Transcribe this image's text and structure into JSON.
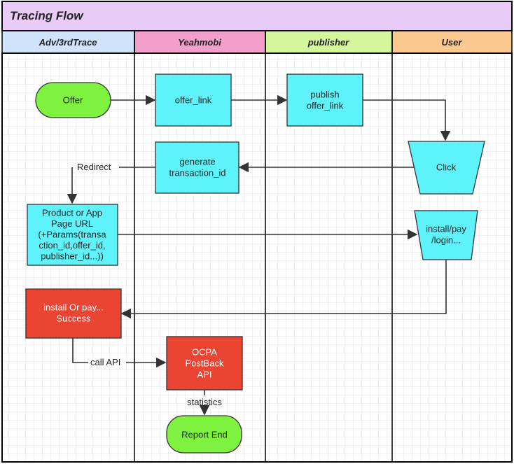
{
  "title": "Tracing Flow",
  "lanes": [
    {
      "label": "Adv/3rdTrace",
      "color": "#cfe3fa"
    },
    {
      "label": "Yeahmobi",
      "color": "#f39fcb"
    },
    {
      "label": "publisher",
      "color": "#d3f79a"
    },
    {
      "label": "User",
      "color": "#fbc98f"
    }
  ],
  "colors": {
    "title_bar": "#e8ccf7",
    "cyan_node": "#5ef3fb",
    "red_node": "#ec4432",
    "green_node": "#7ef23f",
    "lane_border": "#000000"
  },
  "nodes": {
    "offer": {
      "label": [
        "Offer"
      ]
    },
    "offer_link": {
      "label": [
        "offer_link"
      ]
    },
    "publish": {
      "label": [
        "publish",
        "offer_link"
      ]
    },
    "click": {
      "label": [
        "Click"
      ]
    },
    "generate": {
      "label": [
        "generate",
        "transaction_id"
      ]
    },
    "product_page": {
      "label": [
        "Product or App",
        "Page URL",
        "(+Params(transa",
        "ction_id,offer_id,",
        "publisher_id...))"
      ]
    },
    "install_pay": {
      "label": [
        "install/pay",
        "/login..."
      ]
    },
    "success": {
      "label": [
        "install Or pay...",
        "Success"
      ]
    },
    "ocpa": {
      "label": [
        "OCPA",
        "PostBack",
        "API"
      ]
    },
    "report_end": {
      "label": [
        "Report End"
      ]
    }
  },
  "edges": {
    "redirect": "Redirect",
    "call_api": "call API",
    "statistics": "statistics"
  }
}
